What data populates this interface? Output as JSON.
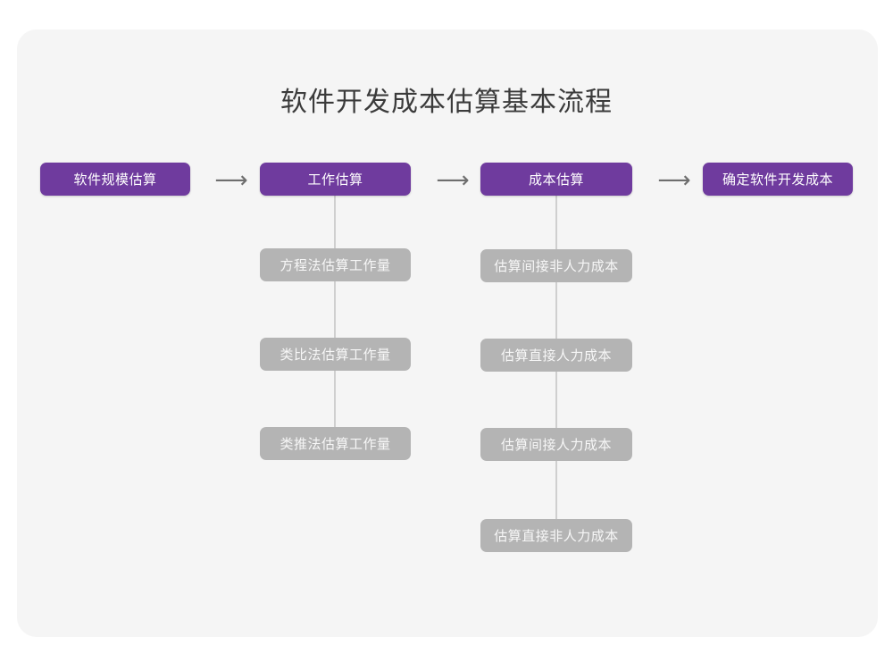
{
  "page": {
    "title": "软件开发成本估算基本流程",
    "background_color": "#ffffff",
    "card_color": "#f5f5f5",
    "primary_color": "#6f3b9e",
    "secondary_color": "#b4b4b4",
    "connector_color": "#cfcfcf",
    "title_color": "#3b3b3b"
  },
  "flow": {
    "main_steps": [
      {
        "label": "软件规模估算"
      },
      {
        "label": "工作估算"
      },
      {
        "label": "成本估算"
      },
      {
        "label": "确定软件开发成本"
      }
    ],
    "arrows": [
      {
        "glyph": "⟶"
      },
      {
        "glyph": "⟶"
      },
      {
        "glyph": "⟶"
      }
    ],
    "sub_steps_work": [
      {
        "label": "方程法估算工作量"
      },
      {
        "label": "类比法估算工作量"
      },
      {
        "label": "类推法估算工作量"
      }
    ],
    "sub_steps_cost": [
      {
        "label": "估算间接非人力成本"
      },
      {
        "label": "估算直接人力成本"
      },
      {
        "label": "估算间接人力成本"
      },
      {
        "label": "估算直接非人力成本"
      }
    ]
  }
}
